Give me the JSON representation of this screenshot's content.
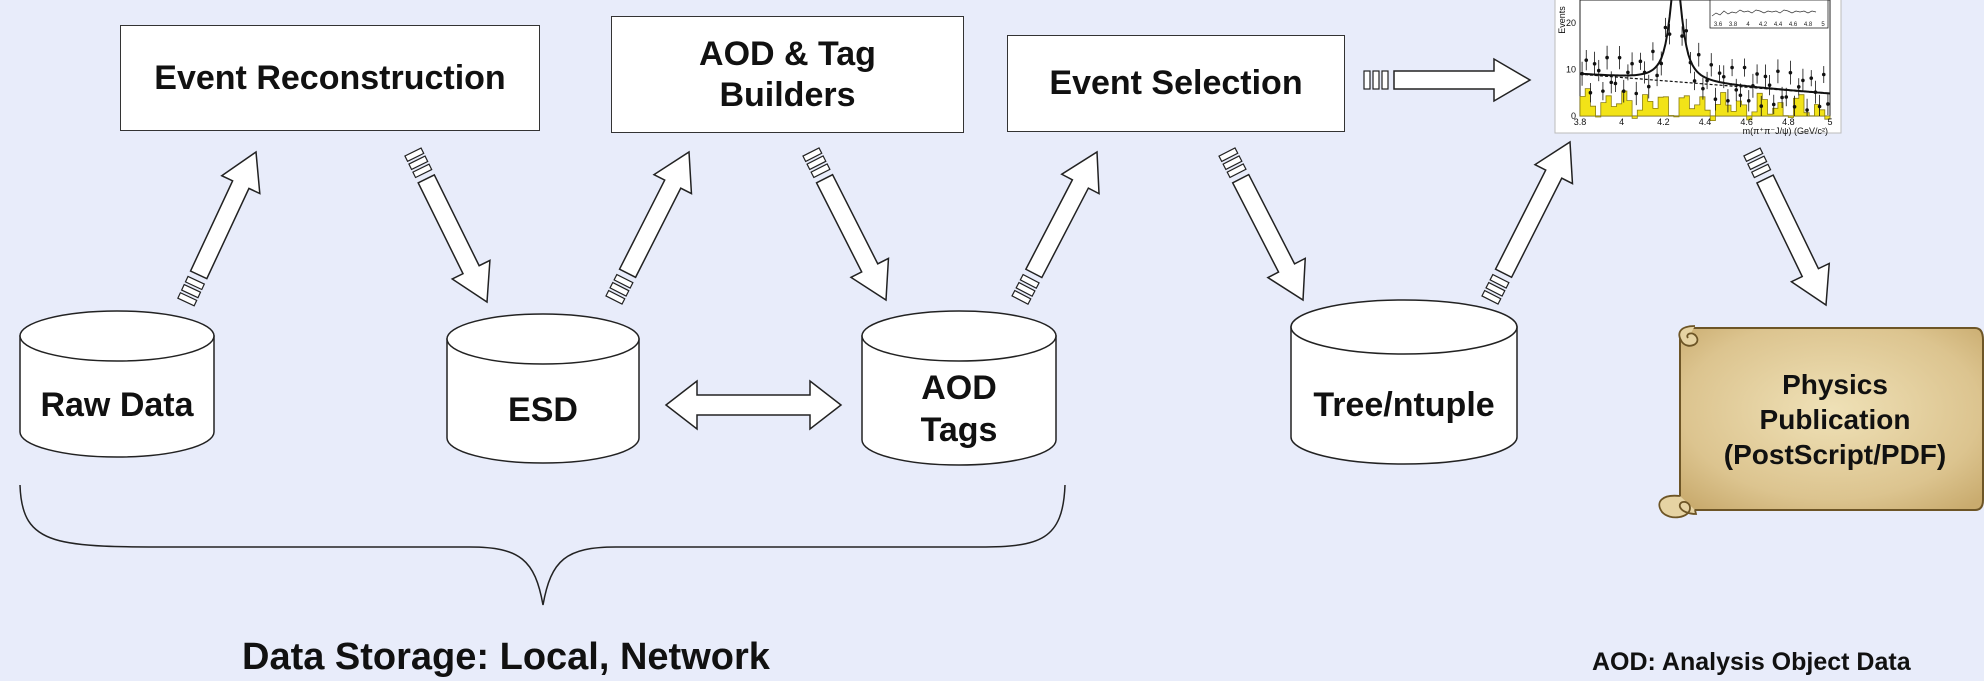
{
  "process_boxes": {
    "event_reconstruction": "Event Reconstruction",
    "aod_tag_builders_line1": "AOD & Tag",
    "aod_tag_builders_line2": "Builders",
    "event_selection": "Event Selection"
  },
  "storage": {
    "raw_data": "Raw Data",
    "esd": "ESD",
    "aod_line1": "AOD",
    "aod_line2": "Tags",
    "tree_ntuple": "Tree/ntuple"
  },
  "captions": {
    "data_storage": "Data Storage: Local, Network",
    "aod_definition": "AOD: Analysis Object Data"
  },
  "publication": {
    "line1": "Physics",
    "line2": "Publication",
    "line3": "(PostScript/PDF)"
  },
  "plot": {
    "y_axis_label": "Events",
    "y_ticks": [
      "20",
      "10",
      "0"
    ],
    "x_ticks": [
      "3.8",
      "4",
      "4.2",
      "4.4",
      "4.6",
      "4.8",
      "5"
    ],
    "x_axis_label": "m(π⁺π⁻J/ψ) (GeV/c²)",
    "inset_ticks": [
      "3.6",
      "3.8",
      "4",
      "4.2",
      "4.4",
      "4.6",
      "4.8",
      "5"
    ],
    "colors": {
      "fill": "#f2e318",
      "line": "#111111"
    }
  },
  "colors": {
    "background": "#e8ecfa",
    "parchment": "#dfc997",
    "parchment_edge": "#8a6f3c"
  }
}
